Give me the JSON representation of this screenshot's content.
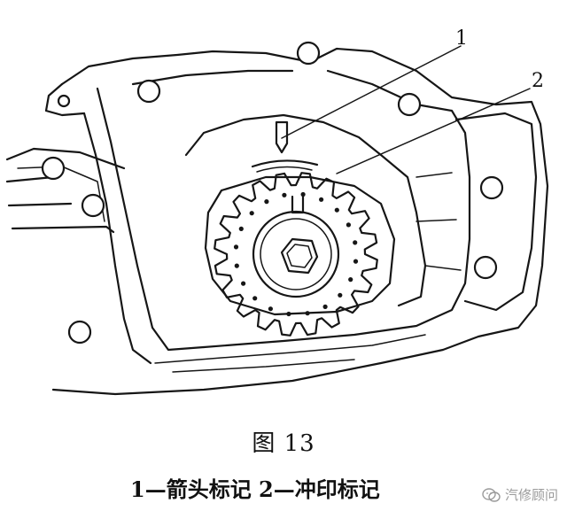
{
  "figure": {
    "title": "图 13",
    "callouts": {
      "arrow": "1",
      "punch": "2"
    },
    "legend": "1—箭头标记   2—冲印标记"
  },
  "watermark": {
    "text": "汽修顾问",
    "icon": "wechat-icon"
  }
}
